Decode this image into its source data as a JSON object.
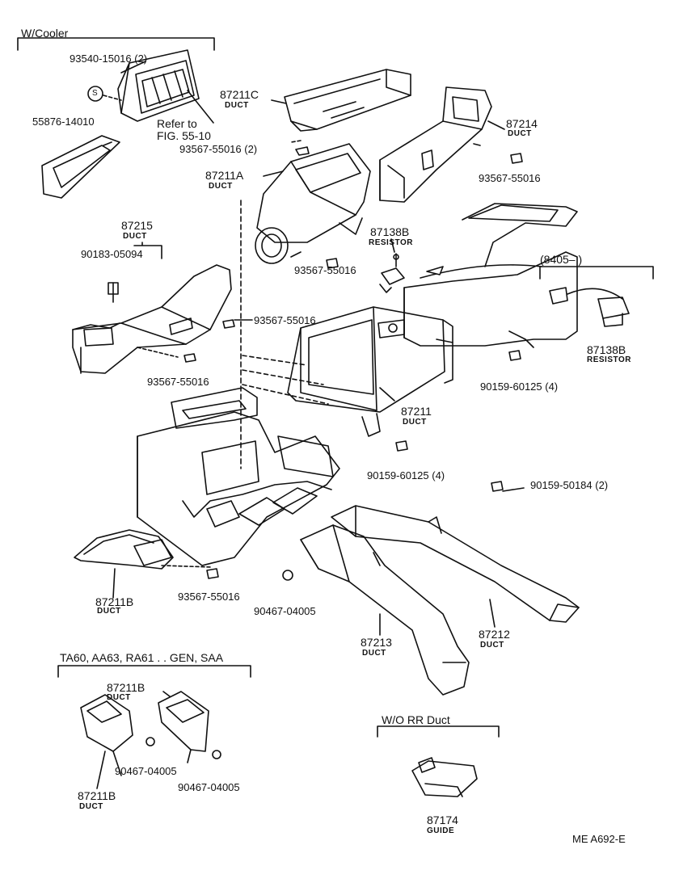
{
  "sections": {
    "w_cooler": "W/Cooler",
    "variant": "TA60, AA63, RA61 . . GEN, SAA",
    "wo_rr_duct": "W/O  RR  Duct",
    "date_range": "(8405–          )"
  },
  "reference": {
    "line1": "Refer to",
    "line2": "FIG. 55-10"
  },
  "parts": {
    "p93540": "93540-15016 (2)",
    "p55876": "55876-14010",
    "p87211C": "87211C",
    "p93567_a": "93567-55016 (2)",
    "p87214": "87214",
    "p93567_b": "93567-55016",
    "p87211A": "87211A",
    "p87138B_top": "87138B",
    "p87215": "87215",
    "p90183": "90183-05094",
    "p93567_c": "93567-55016",
    "p93567_d": "93567-55016",
    "p93567_e": "93567-55016",
    "p87138B_right": "87138B",
    "p90159_a": "90159-60125 (4)",
    "p87211": "87211",
    "p90159_b": "90159-60125 (4)",
    "p90159_c": "90159-50184 (2)",
    "p87211B_a": "87211B",
    "p93567_f": "93567-55016",
    "p90467_a": "90467-04005",
    "p87213": "87213",
    "p87212": "87212",
    "p87211B_b": "87211B",
    "p90467_b": "90467-04005",
    "p90467_c": "90467-04005",
    "p87211B_c": "87211B",
    "p87174": "87174"
  },
  "subs": {
    "duct": "DUCT",
    "resistor": "RESISTOR",
    "guide": "GUIDE",
    "s_symbol": "S"
  },
  "footer": {
    "code": "ME  A692-E"
  }
}
